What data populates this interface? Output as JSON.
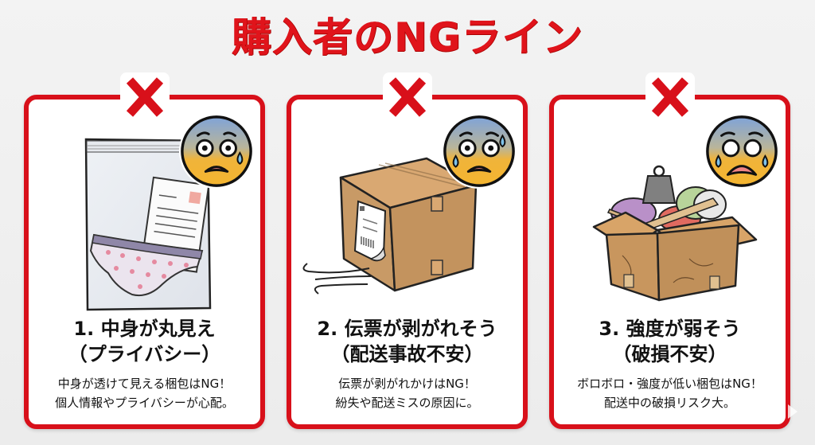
{
  "title": "購入者のNGライン",
  "colors": {
    "accent": "#d8101a",
    "title": "#e0141b",
    "background": "#efefef",
    "card": "#ffffff"
  },
  "cards": [
    {
      "number": "1.",
      "heading_line1": "1. 中身が丸見え",
      "heading_line2": "（プライバシー）",
      "desc_line1": "中身が透けて見える梱包はNG！",
      "desc_line2": "個人情報やプライバシーが心配。",
      "icons": [
        "x-mark-icon",
        "anxious-face-icon",
        "transparent-bag-illustration"
      ]
    },
    {
      "number": "2.",
      "heading_line1": "2. 伝票が剥がれそう",
      "heading_line2": "（配送事故不安）",
      "desc_line1": "伝票が剥がれかけはNG！",
      "desc_line2": "紛失や配送ミスの原因に。",
      "icons": [
        "x-mark-icon",
        "anxious-face-icon",
        "box-peeling-label-illustration"
      ]
    },
    {
      "number": "3.",
      "heading_line1": "3. 強度が弱そう",
      "heading_line2": "（破損不安）",
      "desc_line1": "ボロボロ・強度が低い梱包はNG！",
      "desc_line2": "配送中の破損リスク大。",
      "icons": [
        "x-mark-icon",
        "fearful-face-icon",
        "damaged-box-illustration"
      ]
    }
  ]
}
